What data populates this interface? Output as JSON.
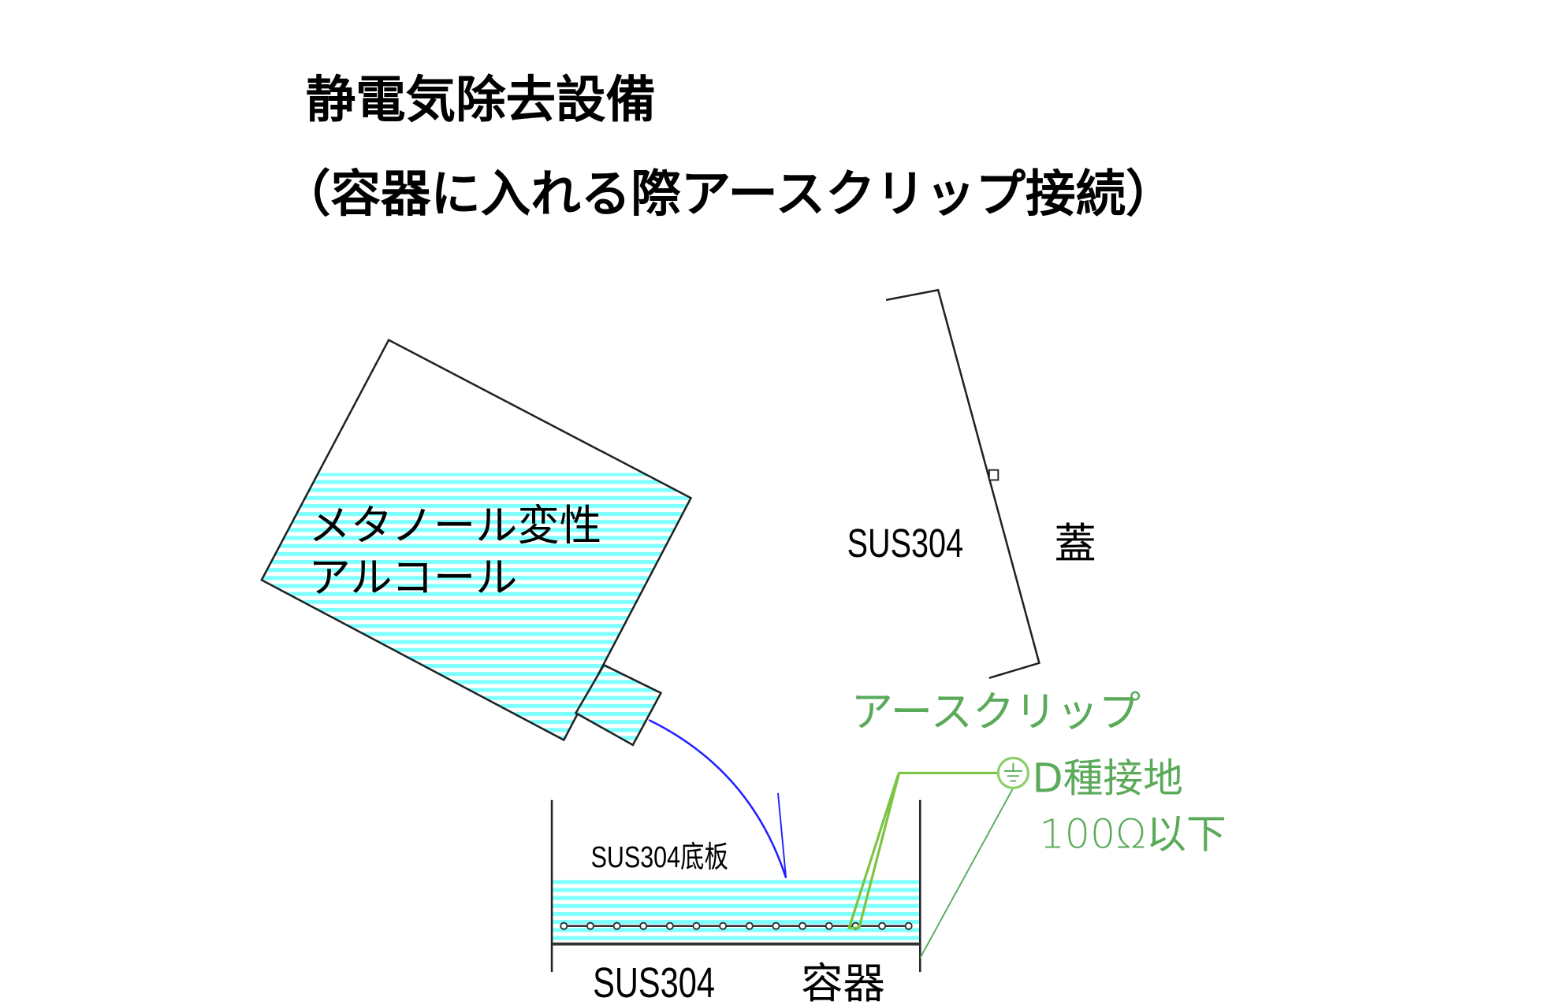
{
  "title": {
    "line1": "静電気除去設備",
    "line2": "（容器に入れる際アースクリップ接続）"
  },
  "bottle": {
    "label_line1": "メタノール変性",
    "label_line2": "アルコール"
  },
  "lid": {
    "material": "SUS304",
    "name": "蓋"
  },
  "container": {
    "bottom_plate": "SUS304底板",
    "material": "SUS304",
    "name": "容器"
  },
  "grounding": {
    "clip_label": "アースクリップ",
    "ground_type": "D種接地",
    "resistance": "100Ω以下"
  },
  "colors": {
    "liquid": "#80ffff",
    "flow": "#2020ff",
    "ground": "#5aaa5a",
    "clip_wire": "#7cc443",
    "outline": "#222222"
  }
}
